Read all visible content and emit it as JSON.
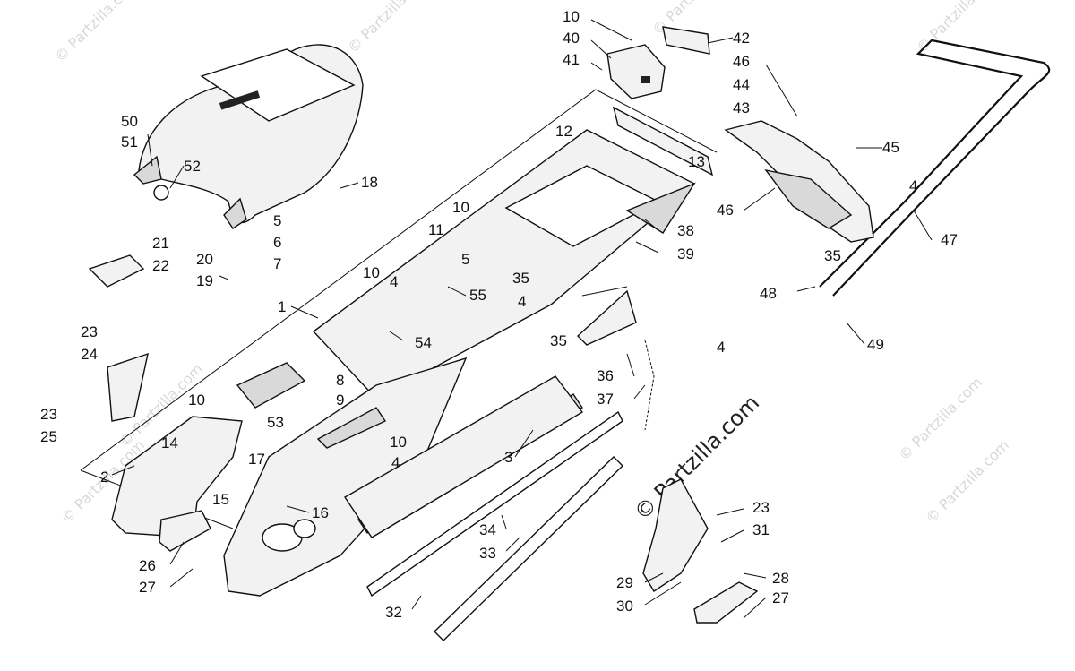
{
  "watermarks": {
    "corner": "© Partzilla.com",
    "center": "© Partzilla.com"
  },
  "callouts": [
    {
      "id": "c1",
      "text": "1"
    },
    {
      "id": "c2",
      "text": "2"
    },
    {
      "id": "c3",
      "text": "3"
    },
    {
      "id": "c4a",
      "text": "4"
    },
    {
      "id": "c4b",
      "text": "4"
    },
    {
      "id": "c4c",
      "text": "4"
    },
    {
      "id": "c4d",
      "text": "4"
    },
    {
      "id": "c4e",
      "text": "4"
    },
    {
      "id": "c5a",
      "text": "5"
    },
    {
      "id": "c5b",
      "text": "5"
    },
    {
      "id": "c6",
      "text": "6"
    },
    {
      "id": "c7",
      "text": "7"
    },
    {
      "id": "c8",
      "text": "8"
    },
    {
      "id": "c9",
      "text": "9"
    },
    {
      "id": "c10a",
      "text": "10"
    },
    {
      "id": "c10b",
      "text": "10"
    },
    {
      "id": "c10c",
      "text": "10"
    },
    {
      "id": "c10d",
      "text": "10"
    },
    {
      "id": "c10e",
      "text": "10"
    },
    {
      "id": "c11",
      "text": "11"
    },
    {
      "id": "c12",
      "text": "12"
    },
    {
      "id": "c13",
      "text": "13"
    },
    {
      "id": "c14",
      "text": "14"
    },
    {
      "id": "c15",
      "text": "15"
    },
    {
      "id": "c16",
      "text": "16"
    },
    {
      "id": "c17",
      "text": "17"
    },
    {
      "id": "c18",
      "text": "18"
    },
    {
      "id": "c19",
      "text": "19"
    },
    {
      "id": "c20",
      "text": "20"
    },
    {
      "id": "c21",
      "text": "21"
    },
    {
      "id": "c22",
      "text": "22"
    },
    {
      "id": "c23a",
      "text": "23"
    },
    {
      "id": "c23b",
      "text": "23"
    },
    {
      "id": "c23c",
      "text": "23"
    },
    {
      "id": "c24",
      "text": "24"
    },
    {
      "id": "c25",
      "text": "25"
    },
    {
      "id": "c26",
      "text": "26"
    },
    {
      "id": "c27a",
      "text": "27"
    },
    {
      "id": "c27b",
      "text": "27"
    },
    {
      "id": "c28",
      "text": "28"
    },
    {
      "id": "c29",
      "text": "29"
    },
    {
      "id": "c30",
      "text": "30"
    },
    {
      "id": "c31",
      "text": "31"
    },
    {
      "id": "c32",
      "text": "32"
    },
    {
      "id": "c33",
      "text": "33"
    },
    {
      "id": "c34",
      "text": "34"
    },
    {
      "id": "c35a",
      "text": "35"
    },
    {
      "id": "c35b",
      "text": "35"
    },
    {
      "id": "c35c",
      "text": "35"
    },
    {
      "id": "c36",
      "text": "36"
    },
    {
      "id": "c37",
      "text": "37"
    },
    {
      "id": "c38",
      "text": "38"
    },
    {
      "id": "c39",
      "text": "39"
    },
    {
      "id": "c40",
      "text": "40"
    },
    {
      "id": "c41",
      "text": "41"
    },
    {
      "id": "c42",
      "text": "42"
    },
    {
      "id": "c43",
      "text": "43"
    },
    {
      "id": "c44",
      "text": "44"
    },
    {
      "id": "c45",
      "text": "45"
    },
    {
      "id": "c46a",
      "text": "46"
    },
    {
      "id": "c46b",
      "text": "46"
    },
    {
      "id": "c47",
      "text": "47"
    },
    {
      "id": "c48",
      "text": "48"
    },
    {
      "id": "c49",
      "text": "49"
    },
    {
      "id": "c50",
      "text": "50"
    },
    {
      "id": "c51",
      "text": "51"
    },
    {
      "id": "c52",
      "text": "52"
    },
    {
      "id": "c53",
      "text": "53"
    },
    {
      "id": "c54",
      "text": "54"
    },
    {
      "id": "c55",
      "text": "55"
    }
  ]
}
